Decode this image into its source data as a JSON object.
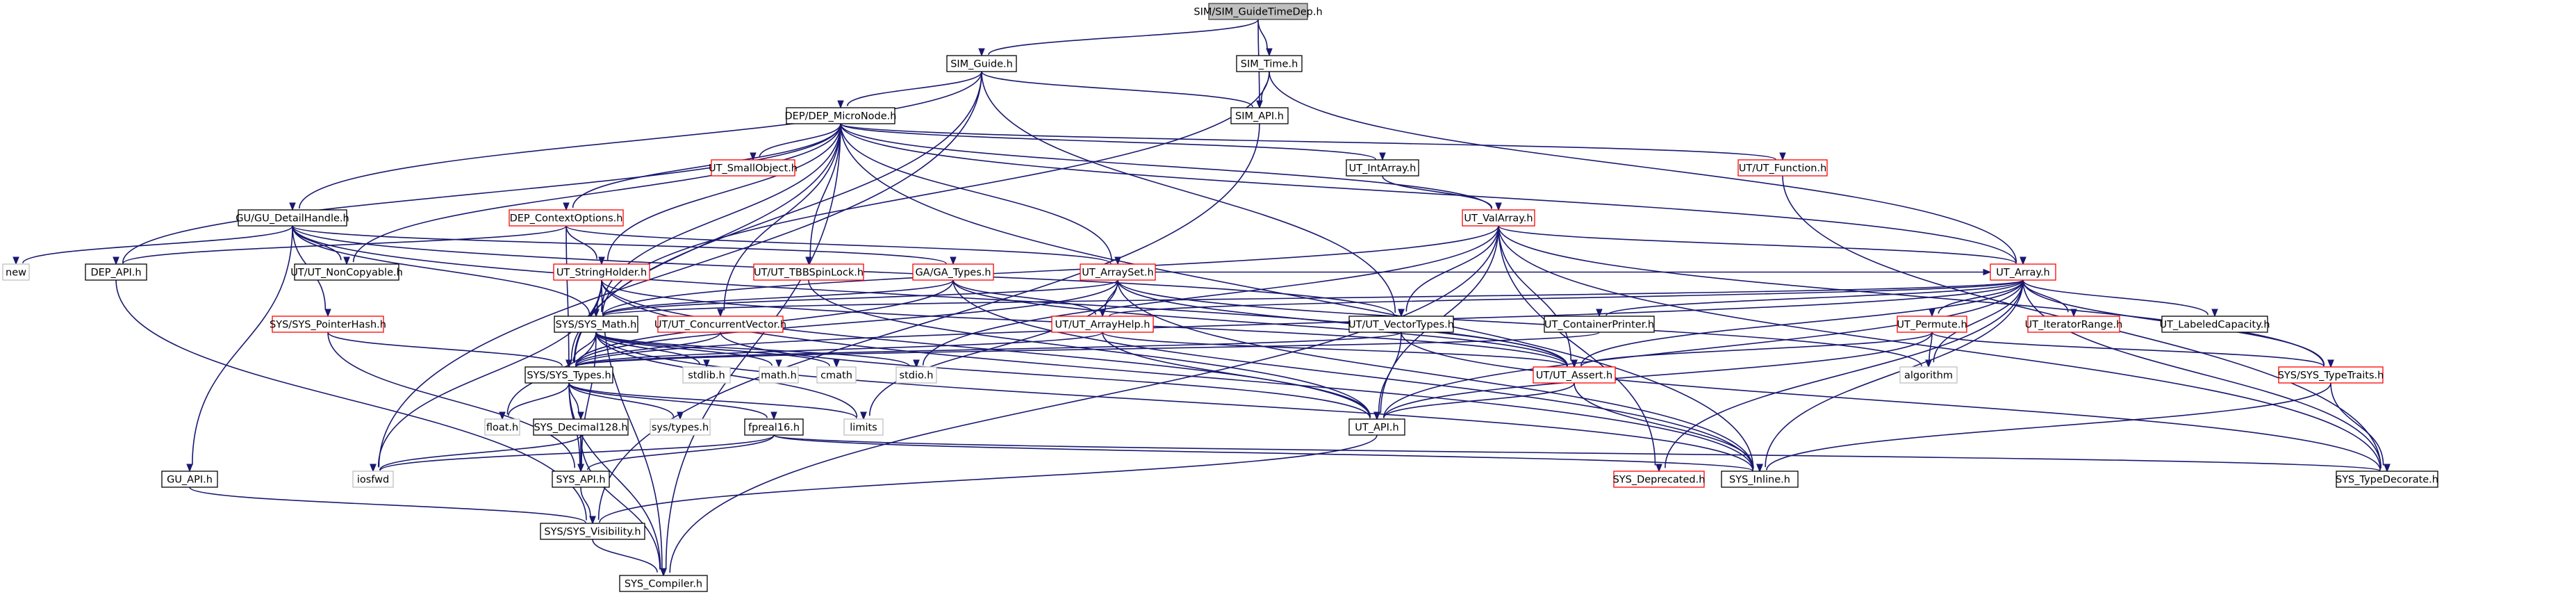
{
  "graph": {
    "title": "SIM/SIM_GuideTimeDep.h",
    "colors": {
      "root_fill": "#bfbfbf",
      "root_border": "#404040",
      "documented_border": "#000000",
      "undocumented_border": "#ff0000",
      "external_border": "#bfbfbf",
      "node_fill": "#ffffff",
      "text": "#000000",
      "edge": "#191970"
    },
    "nodes": [
      {
        "id": "root",
        "label": "SIM/SIM_GuideTimeDep.h",
        "kind": "root"
      },
      {
        "id": "sim_guide",
        "label": "SIM_Guide.h",
        "kind": "documented"
      },
      {
        "id": "sim_time",
        "label": "SIM_Time.h",
        "kind": "documented"
      },
      {
        "id": "dep_micronode",
        "label": "DEP/DEP_MicroNode.h",
        "kind": "documented"
      },
      {
        "id": "sim_api",
        "label": "SIM_API.h",
        "kind": "documented"
      },
      {
        "id": "ut_smallobject",
        "label": "UT_SmallObject.h",
        "kind": "undocumented"
      },
      {
        "id": "ut_intarray",
        "label": "UT_IntArray.h",
        "kind": "documented"
      },
      {
        "id": "ut_function",
        "label": "UT/UT_Function.h",
        "kind": "undocumented"
      },
      {
        "id": "gu_detailhandle",
        "label": "GU/GU_DetailHandle.h",
        "kind": "documented"
      },
      {
        "id": "dep_contextoptions",
        "label": "DEP_ContextOptions.h",
        "kind": "undocumented"
      },
      {
        "id": "ut_valarray",
        "label": "UT_ValArray.h",
        "kind": "undocumented"
      },
      {
        "id": "new",
        "label": "new",
        "kind": "external"
      },
      {
        "id": "dep_api",
        "label": "DEP_API.h",
        "kind": "documented"
      },
      {
        "id": "ut_noncopyable",
        "label": "UT/UT_NonCopyable.h",
        "kind": "documented"
      },
      {
        "id": "ut_stringholder",
        "label": "UT_StringHolder.h",
        "kind": "undocumented"
      },
      {
        "id": "ut_tbbspinlock",
        "label": "UT/UT_TBBSpinLock.h",
        "kind": "undocumented"
      },
      {
        "id": "ga_types",
        "label": "GA/GA_Types.h",
        "kind": "undocumented"
      },
      {
        "id": "ut_arrayset",
        "label": "UT_ArraySet.h",
        "kind": "undocumented"
      },
      {
        "id": "ut_array",
        "label": "UT_Array.h",
        "kind": "undocumented"
      },
      {
        "id": "sys_pointerhash",
        "label": "SYS/SYS_PointerHash.h",
        "kind": "undocumented"
      },
      {
        "id": "sys_math",
        "label": "SYS/SYS_Math.h",
        "kind": "documented"
      },
      {
        "id": "ut_concurrentvector",
        "label": "UT/UT_ConcurrentVector.h",
        "kind": "undocumented"
      },
      {
        "id": "ut_arrayhelp",
        "label": "UT/UT_ArrayHelp.h",
        "kind": "undocumented"
      },
      {
        "id": "ut_vectortypes",
        "label": "UT/UT_VectorTypes.h",
        "kind": "documented"
      },
      {
        "id": "ut_containerprinter",
        "label": "UT_ContainerPrinter.h",
        "kind": "documented"
      },
      {
        "id": "ut_permute",
        "label": "UT_Permute.h",
        "kind": "undocumented"
      },
      {
        "id": "ut_iteratorrange",
        "label": "UT_IteratorRange.h",
        "kind": "undocumented"
      },
      {
        "id": "ut_labeledcapacity",
        "label": "UT_LabeledCapacity.h",
        "kind": "documented"
      },
      {
        "id": "sys_types",
        "label": "SYS/SYS_Types.h",
        "kind": "documented"
      },
      {
        "id": "stdlib",
        "label": "stdlib.h",
        "kind": "external"
      },
      {
        "id": "math",
        "label": "math.h",
        "kind": "external"
      },
      {
        "id": "cmath",
        "label": "cmath",
        "kind": "external"
      },
      {
        "id": "stdio",
        "label": "stdio.h",
        "kind": "external"
      },
      {
        "id": "ut_assert",
        "label": "UT/UT_Assert.h",
        "kind": "undocumented"
      },
      {
        "id": "algorithm",
        "label": "algorithm",
        "kind": "external"
      },
      {
        "id": "sys_typetraits",
        "label": "SYS/SYS_TypeTraits.h",
        "kind": "undocumented"
      },
      {
        "id": "float",
        "label": "float.h",
        "kind": "external"
      },
      {
        "id": "sys_decimal128",
        "label": "SYS_Decimal128.h",
        "kind": "documented"
      },
      {
        "id": "systypes",
        "label": "sys/types.h",
        "kind": "external"
      },
      {
        "id": "fpreal16",
        "label": "fpreal16.h",
        "kind": "documented"
      },
      {
        "id": "limits",
        "label": "limits",
        "kind": "external"
      },
      {
        "id": "ut_api",
        "label": "UT_API.h",
        "kind": "documented"
      },
      {
        "id": "gu_api",
        "label": "GU_API.h",
        "kind": "documented"
      },
      {
        "id": "iosfwd",
        "label": "iosfwd",
        "kind": "external"
      },
      {
        "id": "sys_api",
        "label": "SYS_API.h",
        "kind": "documented"
      },
      {
        "id": "sys_deprecated",
        "label": "SYS_Deprecated.h",
        "kind": "undocumented"
      },
      {
        "id": "sys_inline",
        "label": "SYS_Inline.h",
        "kind": "documented"
      },
      {
        "id": "sys_typedecorate",
        "label": "SYS_TypeDecorate.h",
        "kind": "documented"
      },
      {
        "id": "sys_visibility",
        "label": "SYS/SYS_Visibility.h",
        "kind": "documented"
      },
      {
        "id": "sys_compiler",
        "label": "SYS_Compiler.h",
        "kind": "documented"
      }
    ],
    "edges": [
      [
        "root",
        "sim_guide"
      ],
      [
        "root",
        "sim_time"
      ],
      [
        "root",
        "sim_api"
      ],
      [
        "sim_guide",
        "dep_micronode"
      ],
      [
        "sim_guide",
        "sim_api"
      ],
      [
        "sim_guide",
        "gu_detailhandle"
      ],
      [
        "sim_guide",
        "sys_types"
      ],
      [
        "sim_guide",
        "ut_vectortypes"
      ],
      [
        "sim_guide",
        "iosfwd"
      ],
      [
        "sim_time",
        "sim_api"
      ],
      [
        "sim_time",
        "sys_math"
      ],
      [
        "sim_time",
        "ut_array"
      ],
      [
        "sim_api",
        "sys_visibility"
      ],
      [
        "dep_micronode",
        "ut_smallobject"
      ],
      [
        "dep_micronode",
        "ut_intarray"
      ],
      [
        "dep_micronode",
        "ut_function"
      ],
      [
        "dep_micronode",
        "dep_contextoptions"
      ],
      [
        "dep_micronode",
        "ut_valarray"
      ],
      [
        "dep_micronode",
        "dep_api"
      ],
      [
        "dep_micronode",
        "ut_noncopyable"
      ],
      [
        "dep_micronode",
        "ut_stringholder"
      ],
      [
        "dep_micronode",
        "ut_tbbspinlock"
      ],
      [
        "dep_micronode",
        "ut_arrayset"
      ],
      [
        "dep_micronode",
        "ut_array"
      ],
      [
        "dep_micronode",
        "sys_math"
      ],
      [
        "dep_micronode",
        "ut_concurrentvector"
      ],
      [
        "dep_micronode",
        "sys_types"
      ],
      [
        "dep_micronode",
        "sys_inline"
      ],
      [
        "dep_micronode",
        "sys_compiler"
      ],
      [
        "ut_intarray",
        "ut_valarray"
      ],
      [
        "ut_function",
        "sys_typedecorate"
      ],
      [
        "gu_detailhandle",
        "new"
      ],
      [
        "gu_detailhandle",
        "gu_api"
      ],
      [
        "gu_detailhandle",
        "ut_noncopyable"
      ],
      [
        "gu_detailhandle",
        "sys_pointerhash"
      ],
      [
        "gu_detailhandle",
        "ga_types"
      ],
      [
        "gu_detailhandle",
        "sys_math"
      ],
      [
        "gu_detailhandle",
        "ut_assert"
      ],
      [
        "gu_detailhandle",
        "ut_vectortypes"
      ],
      [
        "dep_contextoptions",
        "ut_stringholder"
      ],
      [
        "dep_contextoptions",
        "dep_api"
      ],
      [
        "dep_contextoptions",
        "ut_arrayset"
      ],
      [
        "dep_contextoptions",
        "sys_types"
      ],
      [
        "ut_valarray",
        "ut_array"
      ],
      [
        "ut_valarray",
        "ut_vectortypes"
      ],
      [
        "ut_valarray",
        "ut_assert"
      ],
      [
        "ut_valarray",
        "ut_api"
      ],
      [
        "ut_valarray",
        "sys_deprecated"
      ],
      [
        "ut_valarray",
        "sys_math"
      ],
      [
        "ut_valarray",
        "stdio"
      ],
      [
        "ut_valarray",
        "sys_compiler"
      ],
      [
        "ut_valarray",
        "sys_typedecorate"
      ],
      [
        "ut_valarray",
        "sys_typetraits"
      ],
      [
        "dep_api",
        "sys_visibility"
      ],
      [
        "ut_stringholder",
        "sys_math"
      ],
      [
        "ut_stringholder",
        "sys_types"
      ],
      [
        "ut_stringholder",
        "ut_api"
      ],
      [
        "ut_stringholder",
        "ut_assert"
      ],
      [
        "ut_stringholder",
        "sys_compiler"
      ],
      [
        "ut_stringholder",
        "iosfwd"
      ],
      [
        "ut_stringholder",
        "sys_inline"
      ],
      [
        "ut_tbbspinlock",
        "ut_api"
      ],
      [
        "ga_types",
        "sys_types"
      ],
      [
        "ga_types",
        "ut_arrayhelp"
      ],
      [
        "ga_types",
        "ut_assert"
      ],
      [
        "ga_types",
        "sys_math"
      ],
      [
        "ga_types",
        "sys_inline"
      ],
      [
        "ut_arrayset",
        "ut_arrayhelp"
      ],
      [
        "ut_arrayset",
        "ut_array"
      ],
      [
        "ut_arrayset",
        "ut_assert"
      ],
      [
        "ut_arrayset",
        "sys_math"
      ],
      [
        "ut_arrayset",
        "sys_types"
      ],
      [
        "ut_arrayset",
        "limits"
      ],
      [
        "ut_arrayset",
        "algorithm"
      ],
      [
        "ut_arrayset",
        "sys_inline"
      ],
      [
        "ut_array",
        "ut_arrayhelp"
      ],
      [
        "ut_array",
        "ut_containerprinter"
      ],
      [
        "ut_array",
        "ut_permute"
      ],
      [
        "ut_array",
        "ut_iteratorrange"
      ],
      [
        "ut_array",
        "ut_labeledcapacity"
      ],
      [
        "ut_array",
        "ut_assert"
      ],
      [
        "ut_array",
        "sys_typetraits"
      ],
      [
        "ut_array",
        "sys_types"
      ],
      [
        "ut_array",
        "sys_math"
      ],
      [
        "ut_array",
        "sys_inline"
      ],
      [
        "ut_array",
        "sys_deprecated"
      ],
      [
        "ut_array",
        "sys_typedecorate"
      ],
      [
        "ut_array",
        "algorithm"
      ],
      [
        "ut_array",
        "ut_api"
      ],
      [
        "sys_pointerhash",
        "sys_types"
      ],
      [
        "sys_pointerhash",
        "sys_api"
      ],
      [
        "sys_math",
        "sys_types"
      ],
      [
        "sys_math",
        "stdlib"
      ],
      [
        "sys_math",
        "math"
      ],
      [
        "sys_math",
        "cmath"
      ],
      [
        "sys_math",
        "stdio"
      ],
      [
        "sys_math",
        "float"
      ],
      [
        "sys_math",
        "limits"
      ],
      [
        "sys_math",
        "sys_api"
      ],
      [
        "sys_math",
        "sys_inline"
      ],
      [
        "ut_concurrentvector",
        "sys_types"
      ],
      [
        "ut_concurrentvector",
        "ut_api"
      ],
      [
        "ut_arrayhelp",
        "sys_types"
      ],
      [
        "ut_arrayhelp",
        "ut_api"
      ],
      [
        "ut_arrayhelp",
        "ut_assert"
      ],
      [
        "ut_vectortypes",
        "sys_types"
      ],
      [
        "ut_vectortypes",
        "ut_api"
      ],
      [
        "ut_vectortypes",
        "sys_typedecorate"
      ],
      [
        "ut_containerprinter",
        "sys_types"
      ],
      [
        "ut_permute",
        "ut_assert"
      ],
      [
        "ut_permute",
        "algorithm"
      ],
      [
        "ut_permute",
        "sys_typetraits"
      ],
      [
        "ut_permute",
        "ut_api"
      ],
      [
        "sys_typetraits",
        "sys_typedecorate"
      ],
      [
        "sys_typetraits",
        "sys_inline"
      ],
      [
        "ut_assert",
        "ut_api"
      ],
      [
        "ut_assert",
        "sys_inline"
      ],
      [
        "sys_types",
        "float"
      ],
      [
        "sys_types",
        "sys_decimal128"
      ],
      [
        "sys_types",
        "systypes"
      ],
      [
        "sys_types",
        "fpreal16"
      ],
      [
        "sys_types",
        "limits"
      ],
      [
        "sys_types",
        "sys_api"
      ],
      [
        "sys_types",
        "sys_compiler"
      ],
      [
        "sys_decimal128",
        "sys_api"
      ],
      [
        "sys_decimal128",
        "iosfwd"
      ],
      [
        "sys_decimal128",
        "sys_compiler"
      ],
      [
        "fpreal16",
        "sys_api"
      ],
      [
        "fpreal16",
        "sys_inline"
      ],
      [
        "fpreal16",
        "iosfwd"
      ],
      [
        "fpreal16",
        "sys_typedecorate"
      ],
      [
        "ut_api",
        "sys_visibility"
      ],
      [
        "gu_api",
        "sys_visibility"
      ],
      [
        "sys_api",
        "sys_visibility"
      ],
      [
        "sys_visibility",
        "sys_compiler"
      ]
    ]
  }
}
